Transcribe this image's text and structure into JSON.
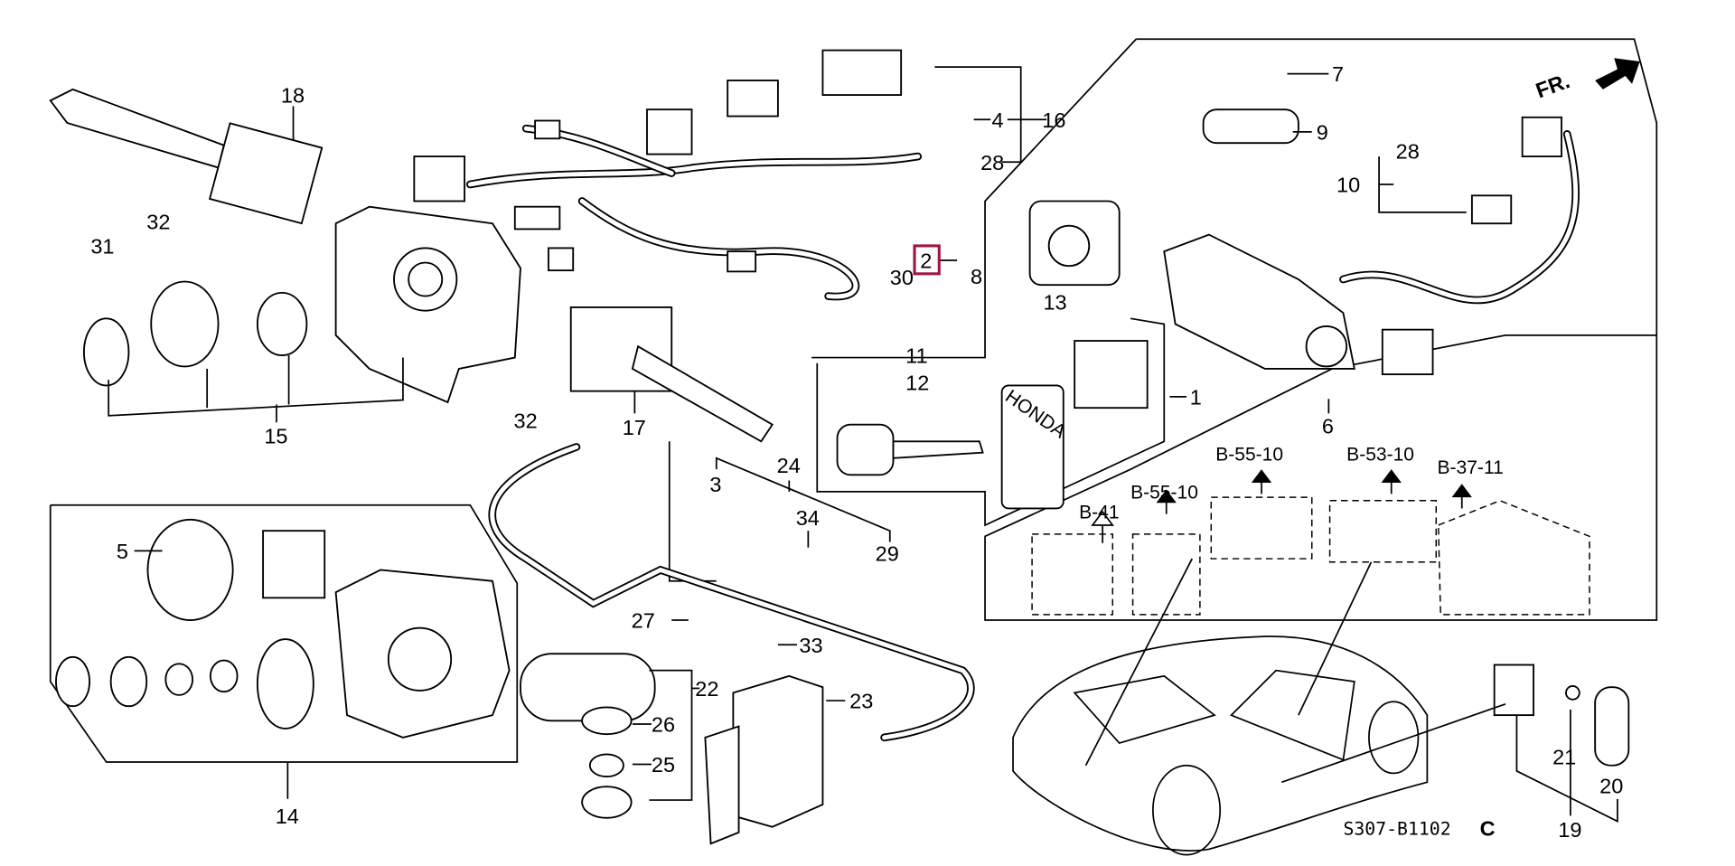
{
  "diagram": {
    "part_labels": {
      "p1": "1",
      "p2": "2",
      "p3": "3",
      "p4": "4",
      "p5": "5",
      "p6": "6",
      "p7": "7",
      "p8": "8",
      "p9": "9",
      "p10": "10",
      "p11": "11",
      "p12": "12",
      "p13": "13",
      "p14": "14",
      "p15": "15",
      "p16": "16",
      "p17": "17",
      "p18": "18",
      "p19": "19",
      "p20": "20",
      "p21": "21",
      "p22": "22",
      "p23": "23",
      "p24": "24",
      "p25": "25",
      "p26": "26",
      "p27": "27",
      "p28a": "28",
      "p28b": "28",
      "p29": "29",
      "p30": "30",
      "p31": "31",
      "p32a": "32",
      "p32b": "32",
      "p33": "33",
      "p34": "34"
    },
    "references": {
      "r1": "B-41",
      "r2": "B-55-10",
      "r3": "B-55-10",
      "r4": "B-53-10",
      "r5": "B-37-11"
    },
    "front_indicator": "FR.",
    "diagram_code": "S307-B1102",
    "diagram_code_suffix": "C",
    "key_brand_text": "HONDA",
    "highlight_color": "#a0153e"
  }
}
